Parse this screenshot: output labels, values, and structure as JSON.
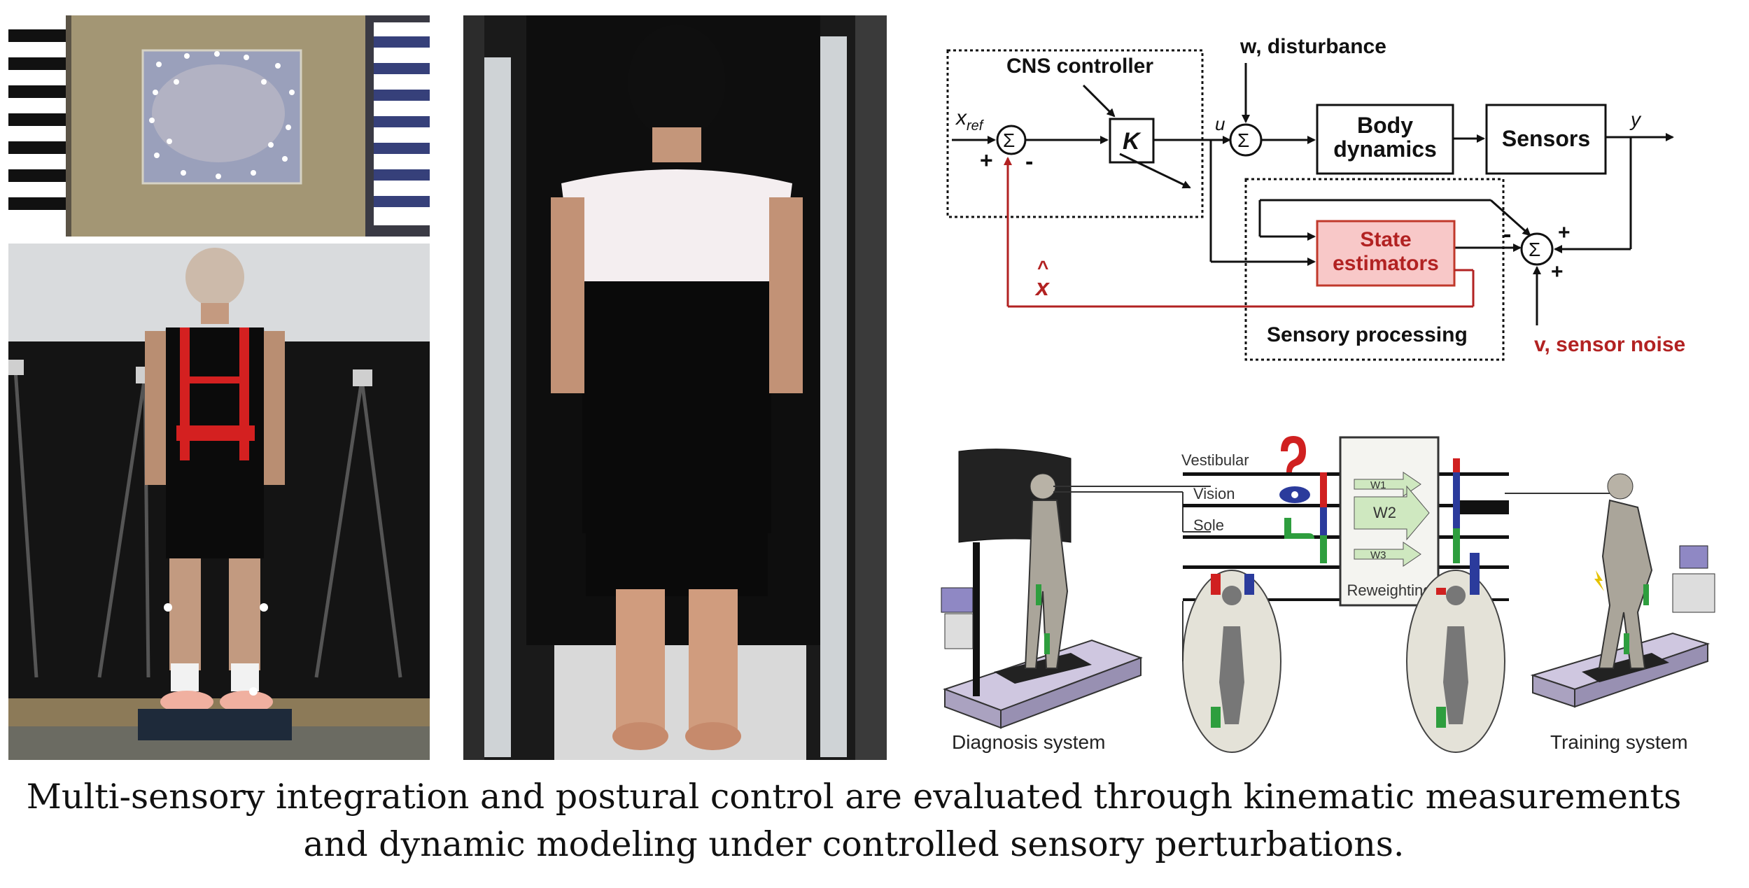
{
  "block_diagram": {
    "cns_controller": "CNS controller",
    "disturbance": "w, disturbance",
    "x_ref": "x",
    "x_ref_sub": "ref",
    "gain": "K",
    "u": "u",
    "y": "y",
    "sum_symbol": "Σ",
    "plus": "+",
    "minus": "-",
    "body_dynamics_line1": "Body",
    "body_dynamics_line2": "dynamics",
    "sensors": "Sensors",
    "state_estimators_line1": "State",
    "state_estimators_line2": "estimators",
    "sensory_processing": "Sensory processing",
    "x_hat": "x",
    "sensor_noise": "v, sensor noise",
    "colors": {
      "feedback": "#b22222",
      "estimator_fill": "#f8c8c8",
      "estimator_border": "#c0392b"
    }
  },
  "reweighting_diagram": {
    "vestibular": "Vestibular",
    "vision": "Vision",
    "sole": "Sole",
    "w1": "W1",
    "w2": "W2",
    "w3": "W3",
    "reweighting": "Reweighting",
    "diagnosis_system": "Diagnosis system",
    "training_system": "Training system"
  },
  "caption": {
    "line1": "Multi-sensory integration and postural control are evaluated through kinematic measurements",
    "line2": "and dynamic modeling under controlled sensory perturbations."
  }
}
